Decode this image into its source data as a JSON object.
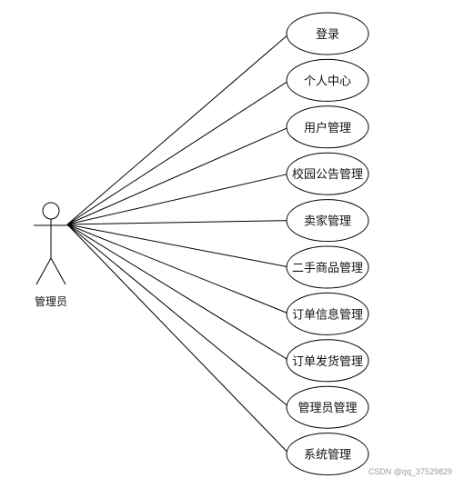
{
  "actor": {
    "label": "管理员"
  },
  "use_cases": [
    {
      "label": "登录"
    },
    {
      "label": "个人中心"
    },
    {
      "label": "用户管理"
    },
    {
      "label": "校园公告管理"
    },
    {
      "label": "卖家管理"
    },
    {
      "label": "二手商品管理"
    },
    {
      "label": "订单信息管理"
    },
    {
      "label": "订单发货管理"
    },
    {
      "label": "管理员管理"
    },
    {
      "label": "系统管理"
    }
  ],
  "watermark": "CSDN @qq_37529829",
  "colors": {
    "stroke": "#000000",
    "text": "#111111",
    "watermark": "#9a9a9a",
    "background": "#ffffff"
  }
}
